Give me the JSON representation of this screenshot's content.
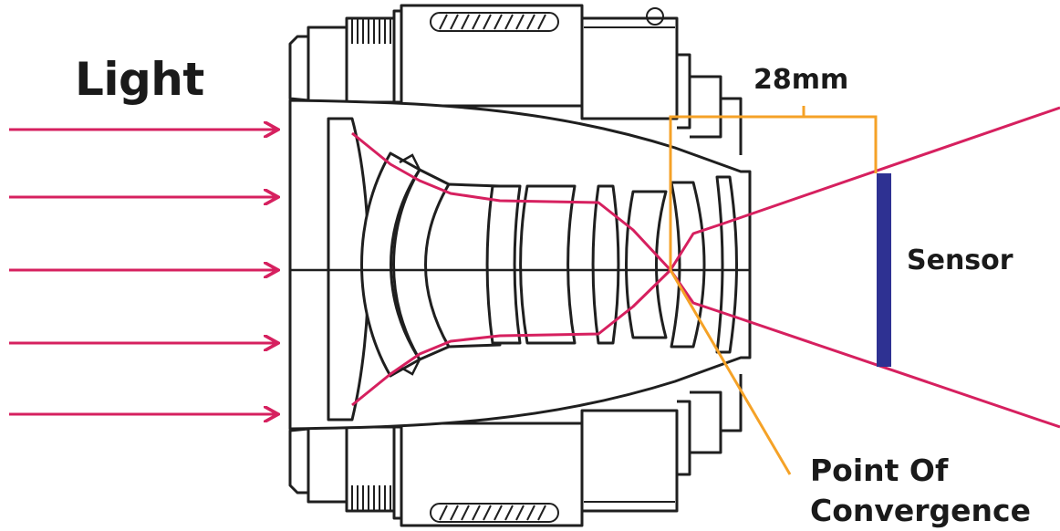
{
  "labels": {
    "light": "Light",
    "focal_length": "28mm",
    "sensor": "Sensor",
    "convergence_line1": "Point Of",
    "convergence_line2": "Convergence"
  },
  "colors": {
    "light_rays": "#d6205f",
    "annotation": "#f5a227",
    "sensor": "#2e3192",
    "outline": "#1f1f1f",
    "background": "#ffffff"
  }
}
